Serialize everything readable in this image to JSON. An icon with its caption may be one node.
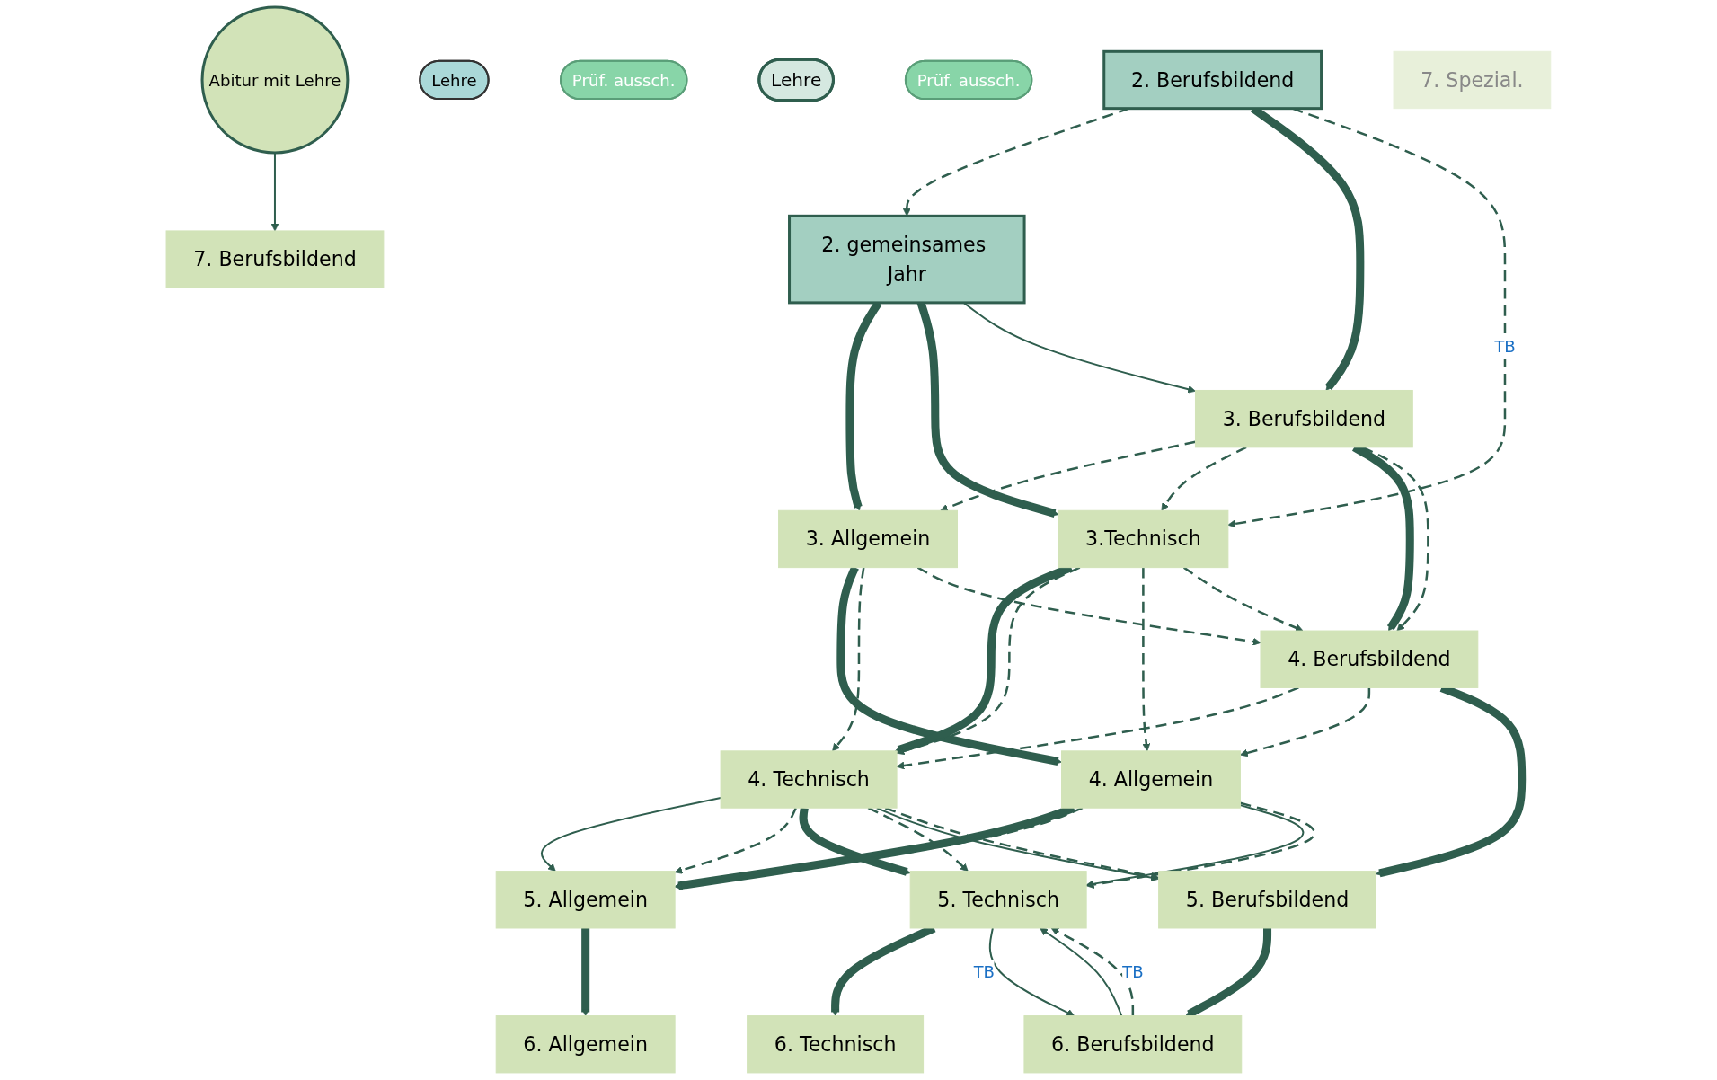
{
  "diagram": {
    "nodes": [
      {
        "text": [
          "2. gemeinsames Jahr"
        ]
      },
      {
        "text": [
          "2. Berufsbildend"
        ]
      },
      {
        "text": [
          "3. Allgemein"
        ]
      },
      {
        "text": [
          "Lehre"
        ]
      },
      {
        "text": [
          "3.Technisch"
        ]
      },
      {
        "text": [
          "3. Berufsbildend"
        ]
      },
      {
        "text": [
          "Prüf. aussch."
        ]
      },
      {
        "text": [
          "Lehre"
        ]
      },
      {
        "text": [
          "4. Allgemein"
        ]
      },
      {
        "text": [
          "4. Technisch"
        ]
      },
      {
        "text": [
          "4. Berufsbildend"
        ]
      },
      {
        "text": [
          "Prüf. aussch."
        ]
      },
      {
        "text": [
          "5. Allgemein"
        ]
      },
      {
        "text": [
          "5. Technisch"
        ]
      },
      {
        "text": [
          "5. Berufsbildend"
        ]
      },
      {
        "text": [
          "6. Allgemein"
        ]
      },
      {
        "text": [
          "6. Technisch"
        ]
      },
      {
        "text": [
          "6. Berufsbildend"
        ]
      },
      {
        "text": [
          "Abitur mit Lehre"
        ]
      },
      {
        "text": [
          "7. Spezial."
        ]
      },
      {
        "text": [
          "7. Berufsbildend"
        ]
      }
    ],
    "edges": [
      {
        "from": 1,
        "to": 0,
        "arrow": "to",
        "style": "dashed"
      },
      {
        "from": 0,
        "to": 2,
        "arrow": "to",
        "style": "thick"
      },
      {
        "from": 0,
        "to": 4,
        "arrow": "to",
        "style": "thick"
      },
      {
        "from": 0,
        "to": 5,
        "arrow": "to"
      },
      {
        "from": 1,
        "to": 5,
        "arrow": "to",
        "style": "thick"
      },
      {
        "from": 1,
        "to": 4,
        "arrow": "to",
        "style": "dashed",
        "label": "TB"
      },
      {
        "from": 5,
        "to": 2,
        "arrow": "to",
        "style": "dashed"
      },
      {
        "from": 5,
        "to": 4,
        "arrow": "to",
        "style": "dashed"
      },
      {
        "from": 2,
        "to": 8,
        "arrow": "to",
        "style": "thick"
      },
      {
        "from": 4,
        "to": 9,
        "arrow": "to",
        "style": "thick"
      },
      {
        "from": 4,
        "to": 9,
        "arrow": "to",
        "style": "dashed"
      },
      {
        "from": 5,
        "to": 10,
        "arrow": "to",
        "style": "thick"
      },
      {
        "from": 5,
        "to": 10,
        "arrow": "to",
        "style": "dashed"
      },
      {
        "from": 2,
        "to": 9,
        "arrow": "to",
        "style": "dashed"
      },
      {
        "from": 2,
        "to": 10,
        "arrow": "to",
        "style": "dashed"
      },
      {
        "from": 4,
        "to": 8,
        "arrow": "to",
        "style": "dashed"
      },
      {
        "from": 4,
        "to": 10,
        "arrow": "to",
        "style": "dashed"
      },
      {
        "from": 10,
        "to": 9,
        "arrow": "to",
        "style": "dashed"
      },
      {
        "from": 10,
        "to": 8,
        "arrow": "to",
        "style": "dashed"
      },
      {
        "from": 8,
        "to": 12,
        "arrow": "to",
        "style": "thick"
      },
      {
        "from": 8,
        "to": 12,
        "arrow": "to",
        "style": "dashed"
      },
      {
        "from": 8,
        "to": 13,
        "arrow": "to"
      },
      {
        "from": 8,
        "to": 13,
        "arrow": "to",
        "style": "dashed"
      },
      {
        "from": 9,
        "to": 12,
        "arrow": "to"
      },
      {
        "from": 9,
        "to": 12,
        "arrow": "to",
        "style": "dashed"
      },
      {
        "from": 9,
        "to": 13,
        "arrow": "to",
        "style": "thick"
      },
      {
        "from": 9,
        "to": 13,
        "arrow": "to",
        "style": "dashed"
      },
      {
        "from": 9,
        "to": 14,
        "arrow": "to"
      },
      {
        "from": 9,
        "to": 14,
        "arrow": "to",
        "style": "dashed"
      },
      {
        "from": 10,
        "to": 14,
        "arrow": "to",
        "style": "thick"
      },
      {
        "from": 12,
        "to": 15,
        "arrow": "to",
        "style": "thick"
      },
      {
        "from": 13,
        "to": 16,
        "arrow": "to",
        "style": "thick"
      },
      {
        "from": 14,
        "to": 17,
        "arrow": "to",
        "style": "thick"
      },
      {
        "from": 13,
        "to": 17,
        "arrow": "to",
        "label": "TB"
      },
      {
        "from": 17,
        "to": 13,
        "arrow": "to"
      },
      {
        "from": 17,
        "to": 13,
        "arrow": "to",
        "style": "dashed",
        "label": "TB"
      },
      {
        "from": 18,
        "to": 20,
        "arrow": "to"
      }
    ]
  }
}
